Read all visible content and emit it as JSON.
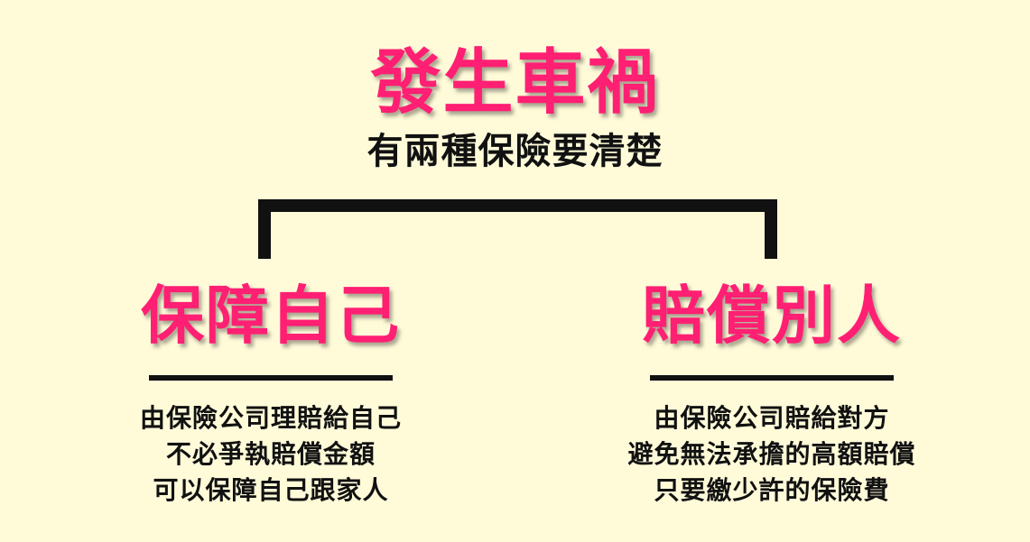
{
  "title": "發生車禍",
  "subtitle": "有兩種保險要清楚",
  "colors": {
    "background": "#fffbd9",
    "accent": "#ff1f73",
    "text": "#111111"
  },
  "branches": [
    {
      "heading": "保障自己",
      "lines": [
        "由保險公司理賠給自己",
        "不必爭執賠償金額",
        "可以保障自己跟家人"
      ]
    },
    {
      "heading": "賠償別人",
      "lines": [
        "由保險公司賠給對方",
        "避免無法承擔的高額賠償",
        "只要繳少許的保險費"
      ]
    }
  ]
}
